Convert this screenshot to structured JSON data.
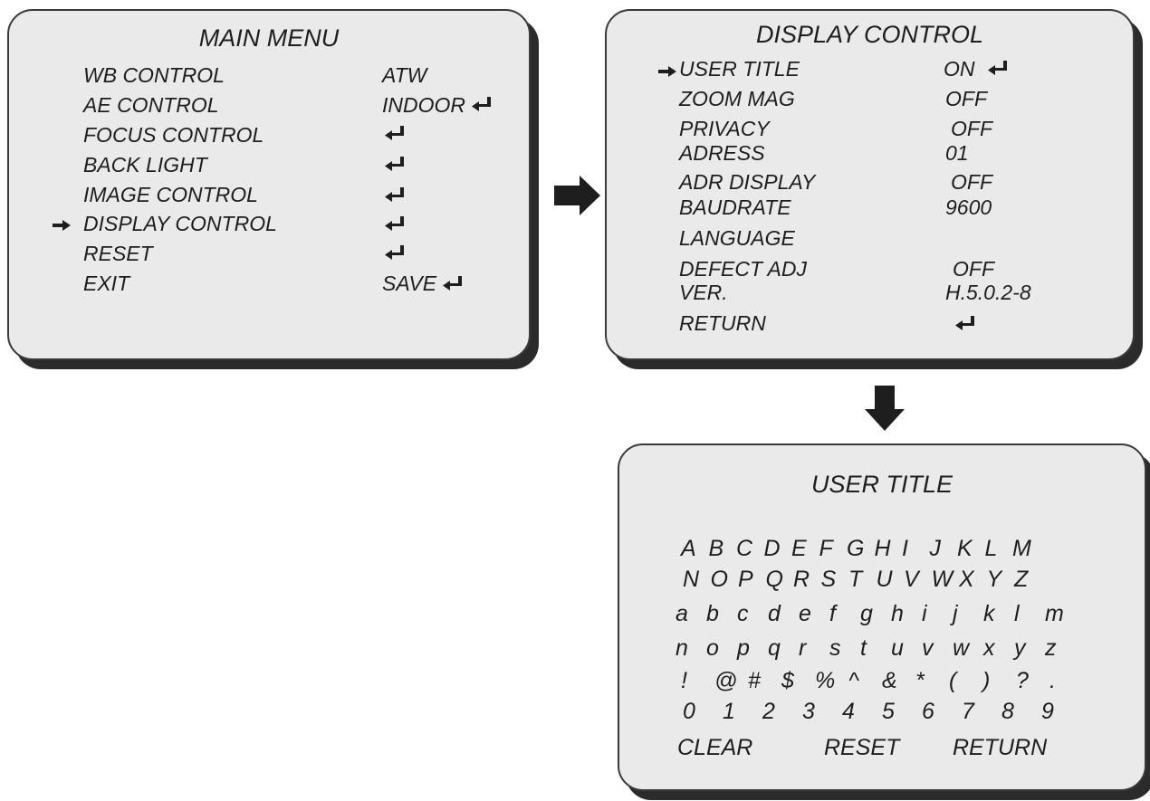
{
  "main_menu": {
    "title": "MAIN MENU",
    "items": [
      {
        "label": "WB CONTROL",
        "value": "ATW"
      },
      {
        "label": "AE CONTROL",
        "value": "INDOOR"
      },
      {
        "label": "FOCUS CONTROL",
        "value": ""
      },
      {
        "label": "BACK LIGHT",
        "value": ""
      },
      {
        "label": "IMAGE CONTROL",
        "value": ""
      },
      {
        "label": "DISPLAY CONTROL",
        "value": ""
      },
      {
        "label": "RESET",
        "value": ""
      },
      {
        "label": "EXIT",
        "value": "SAVE"
      }
    ],
    "selected_item": "DISPLAY CONTROL"
  },
  "display_control": {
    "title": "DISPLAY CONTROL",
    "items": [
      {
        "label": "USER TITLE",
        "value": "ON"
      },
      {
        "label": "ZOOM MAG",
        "value": "OFF"
      },
      {
        "label": "PRIVACY",
        "value": "OFF"
      },
      {
        "label": "ADRESS",
        "value": "01"
      },
      {
        "label": "ADR DISPLAY",
        "value": "OFF"
      },
      {
        "label": "BAUDRATE",
        "value": "9600"
      },
      {
        "label": "LANGUAGE",
        "value": ""
      },
      {
        "label": "DEFECT ADJ",
        "value": "OFF"
      },
      {
        "label": "VER.",
        "value": "H.5.0.2-8"
      },
      {
        "label": "RETURN",
        "value": ""
      }
    ],
    "selected_item": "USER TITLE"
  },
  "user_title": {
    "title": "USER TITLE",
    "rows": [
      [
        "A",
        "B",
        "C",
        "D",
        "E",
        "F",
        "G",
        "H",
        "I",
        "J",
        "K",
        "L",
        "M"
      ],
      [
        "N",
        "O",
        "P",
        "Q",
        "R",
        "S",
        "T",
        "U",
        "V",
        "W",
        "X",
        "Y",
        "Z"
      ],
      [
        "a",
        "b",
        "c",
        "d",
        "e",
        "f",
        "g",
        "h",
        "i",
        "j",
        "k",
        "l",
        "m"
      ],
      [
        "n",
        "o",
        "p",
        "q",
        "r",
        "s",
        "t",
        "u",
        "v",
        "w",
        "x",
        "y",
        "z"
      ],
      [
        "!",
        "@",
        "#",
        "$",
        "%",
        "^",
        "&",
        "*",
        "(",
        ")",
        "?",
        "."
      ],
      [
        "0",
        "1",
        "2",
        "3",
        "4",
        "5",
        "6",
        "7",
        "8",
        "9"
      ]
    ],
    "actions": [
      "CLEAR",
      "RESET",
      "RETURN"
    ]
  },
  "icons": {
    "enter": "enter-return-icon",
    "pointer": "selection-pointer-icon",
    "flow_right": "flow-arrow-right-icon",
    "flow_down": "flow-arrow-down-icon"
  }
}
